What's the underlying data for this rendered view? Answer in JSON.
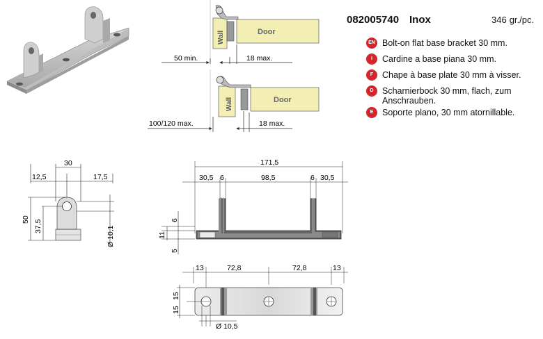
{
  "product": {
    "code": "082005740",
    "material": "Inox",
    "weight": "346",
    "weight_unit": "gr./pc."
  },
  "descriptions": [
    {
      "lang": "EN",
      "text": "Bolt-on flat base bracket 30 mm."
    },
    {
      "lang": "I",
      "text": "Cardine a base piana 30 mm."
    },
    {
      "lang": "F",
      "text": "Chape à base plate 30 mm à visser."
    },
    {
      "lang": "D",
      "text": "Scharnierbock 30 mm, flach, zum Anschrauben."
    },
    {
      "lang": "E",
      "text": "Soporte plano, 30 mm atornillable."
    }
  ],
  "install_top": {
    "wall": "Wall",
    "door": "Door",
    "gap": "50 min.",
    "max": "18 max."
  },
  "install_bottom": {
    "wall": "Wall",
    "door": "Door",
    "gap": "100/120 max.",
    "max": "18 max."
  },
  "side_view": {
    "width": "30",
    "left": "12,5",
    "right": "17,5",
    "height": "50",
    "mid": "37,5",
    "hole": "Ø 10,1"
  },
  "front_view": {
    "length": "171,5",
    "l1": "30,5",
    "t1": "6",
    "center": "98,5",
    "t2": "6",
    "r1": "30,5",
    "thick": "6",
    "base": "11",
    "low": "5"
  },
  "plan_view": {
    "e1": "13",
    "p1": "72,8",
    "p2": "72,8",
    "e2": "13",
    "w1": "15",
    "w2": "15",
    "hole": "Ø 10,5"
  }
}
